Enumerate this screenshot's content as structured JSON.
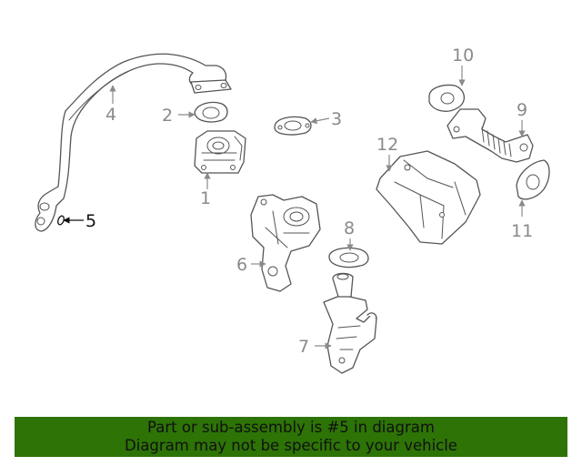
{
  "callouts": {
    "c1": "1",
    "c2": "2",
    "c3": "3",
    "c4": "4",
    "c5": "5",
    "c6": "6",
    "c7": "7",
    "c8": "8",
    "c9": "9",
    "c10": "10",
    "c11": "11",
    "c12": "12"
  },
  "highlighted_callout": "5",
  "colors": {
    "banner_background": "#2d7306",
    "callout_gray": "#8a8a8a",
    "callout_highlight": "#111111",
    "line_art": "#555555"
  },
  "banner": {
    "line1": "Part or sub-assembly is #5 in diagram",
    "line2": "Diagram may not be specific to your vehicle"
  }
}
